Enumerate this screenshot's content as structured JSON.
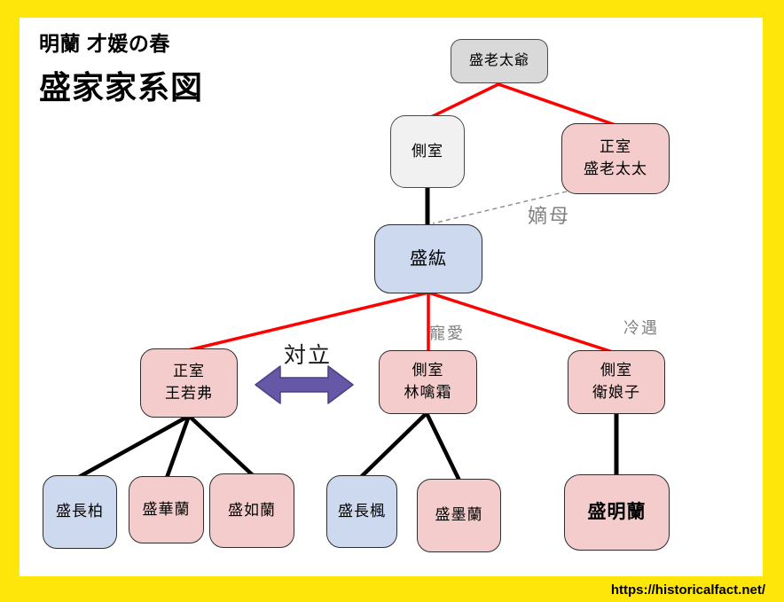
{
  "header": {
    "title_line1": "明蘭 才媛の春",
    "title_line2": "盛家家系図"
  },
  "footer": {
    "url": "https://historicalfact.net/"
  },
  "nodes": {
    "sheng_laotaiye": {
      "label": "盛老太爺",
      "role": "grandfather"
    },
    "sokushitsu_gf": {
      "label": "側室",
      "role": "concubine of grandfather"
    },
    "sheng_laotaitai": {
      "label": "正室\n盛老太太",
      "role": "legal wife of grandfather"
    },
    "sheng_hong": {
      "label": "盛紘",
      "role": "father"
    },
    "wang_ruofu": {
      "label": "正室\n王若弗",
      "role": "legal wife"
    },
    "lin_qinshuang": {
      "label": "側室\n林噙霜",
      "role": "concubine (favored)"
    },
    "wei_niangzi": {
      "label": "側室\n衛娘子",
      "role": "concubine (cold treatment)"
    },
    "sheng_changbai": {
      "label": "盛長柏",
      "role": "son of Wang Ruofu"
    },
    "sheng_hualan": {
      "label": "盛華蘭",
      "role": "daughter of Wang Ruofu"
    },
    "sheng_rulan": {
      "label": "盛如蘭",
      "role": "daughter of Wang Ruofu"
    },
    "sheng_changfeng": {
      "label": "盛長楓",
      "role": "son of Lin Qinshuang"
    },
    "sheng_molan": {
      "label": "盛墨蘭",
      "role": "daughter of Lin Qinshuang"
    },
    "sheng_minglan": {
      "label": "盛明蘭",
      "role": "daughter of Wei Niangzi (protagonist)"
    }
  },
  "relationship_labels": {
    "chakubo": "嫡母",
    "tairitsu": "対立",
    "choai": "寵愛",
    "reigu": "冷遇"
  },
  "edges": [
    {
      "from": "sheng_laotaiye",
      "to": "sokushitsu_gf",
      "style": "red-solid"
    },
    {
      "from": "sheng_laotaiye",
      "to": "sheng_laotaitai",
      "style": "red-solid"
    },
    {
      "from": "sokushitsu_gf",
      "to": "sheng_hong",
      "style": "black-solid"
    },
    {
      "from": "sheng_laotaitai",
      "to": "sheng_hong",
      "style": "gray-dashed",
      "label": "嫡母"
    },
    {
      "from": "sheng_hong",
      "to": "wang_ruofu",
      "style": "red-solid"
    },
    {
      "from": "sheng_hong",
      "to": "lin_qinshuang",
      "style": "red-solid",
      "label": "寵愛"
    },
    {
      "from": "sheng_hong",
      "to": "wei_niangzi",
      "style": "red-solid",
      "label": "冷遇"
    },
    {
      "from": "wang_ruofu",
      "to": "lin_qinshuang",
      "style": "purple-double-arrow",
      "label": "対立"
    },
    {
      "from": "wang_ruofu",
      "to": "sheng_changbai",
      "style": "black-solid"
    },
    {
      "from": "wang_ruofu",
      "to": "sheng_hualan",
      "style": "black-solid"
    },
    {
      "from": "wang_ruofu",
      "to": "sheng_rulan",
      "style": "black-solid"
    },
    {
      "from": "lin_qinshuang",
      "to": "sheng_changfeng",
      "style": "black-solid"
    },
    {
      "from": "lin_qinshuang",
      "to": "sheng_molan",
      "style": "black-solid"
    },
    {
      "from": "wei_niangzi",
      "to": "sheng_minglan",
      "style": "black-solid"
    }
  ],
  "colors": {
    "frame_yellow": "#ffe60a",
    "box_pink": "#f4cccc",
    "box_blue": "#cdd9ef",
    "box_gray": "#d9d9d9",
    "box_lightgray": "#f1f1f1",
    "edge_red": "#ff0000",
    "edge_black": "#000000",
    "edge_dashed_gray": "#8a8a8a",
    "arrow_purple": "#6658a7",
    "label_gray": "#808080"
  }
}
